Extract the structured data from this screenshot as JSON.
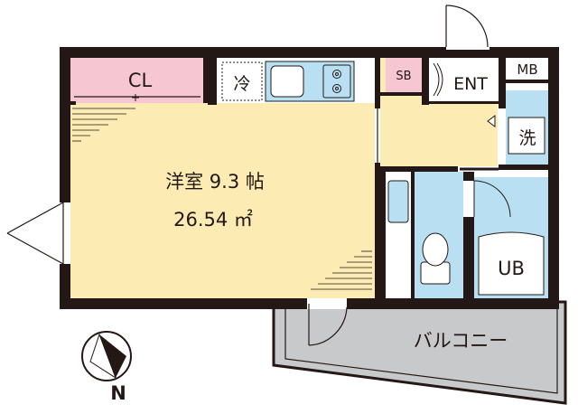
{
  "rooms": {
    "western": {
      "name": "洋室 9.3 帖",
      "area": "26.54 ㎡"
    },
    "closet": "CL",
    "fridge": "冷",
    "shoe_box": "SB",
    "entrance": "ENT",
    "meter_box": "MB",
    "washer": "洗",
    "unit_bath": "UB",
    "balcony": "バルコニー"
  },
  "compass": {
    "north": "N"
  },
  "colors": {
    "room": "#fcebb3",
    "closet": "#f6c6d3",
    "wet": "#b9dff3",
    "balcony": "#c8c9ca",
    "wall": "#231815",
    "floor": "#ffffff"
  }
}
